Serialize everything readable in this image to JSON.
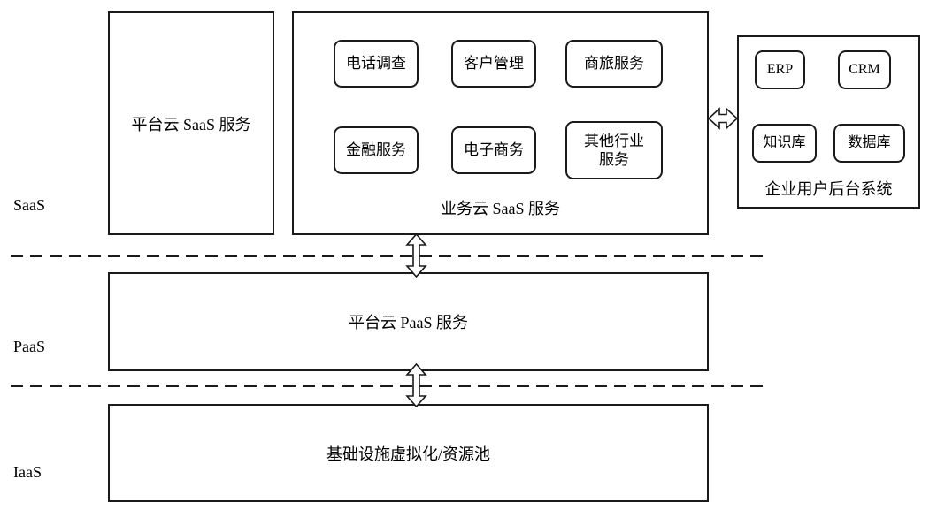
{
  "diagram": {
    "layers": [
      {
        "label": "SaaS"
      },
      {
        "label": "PaaS"
      },
      {
        "label": "IaaS"
      }
    ],
    "platform_saas": {
      "label": "平台云 SaaS 服务"
    },
    "business_saas": {
      "label": "业务云 SaaS 服务",
      "items": [
        "电话调查",
        "客户管理",
        "商旅服务",
        "金融服务",
        "电子商务",
        "其他行业服务"
      ]
    },
    "enterprise_backend": {
      "label": "企业用户后台系统",
      "items": [
        "ERP",
        "CRM",
        "知识库",
        "数据库"
      ]
    },
    "paas_box": {
      "label": "平台云 PaaS 服务"
    },
    "iaas_box": {
      "label": "基础设施虚拟化/资源池"
    }
  },
  "colors": {
    "border": "#1a1a1a",
    "background": "#ffffff",
    "text": "#000000"
  }
}
